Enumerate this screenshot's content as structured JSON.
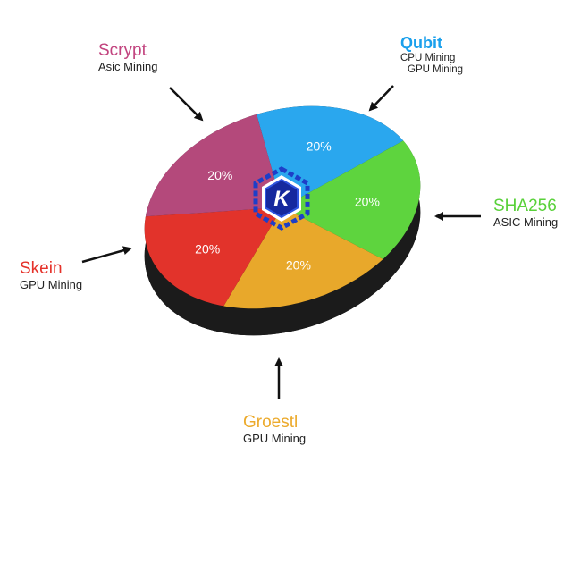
{
  "chart_data": {
    "type": "pie",
    "slices": [
      {
        "name": "Qubit",
        "value": 20,
        "label": "20%",
        "sub": [
          "CPU Mining",
          "GPU Mining"
        ],
        "color": "#2aa7ee"
      },
      {
        "name": "SHA256",
        "value": 20,
        "label": "20%",
        "sub": [
          "ASIC Mining"
        ],
        "color": "#5ed43e"
      },
      {
        "name": "Groestl",
        "value": 20,
        "label": "20%",
        "sub": [
          "GPU Mining"
        ],
        "color": "#e8a82b"
      },
      {
        "name": "Skein",
        "value": 20,
        "label": "20%",
        "sub": [
          "GPU Mining"
        ],
        "color": "#e2332b"
      },
      {
        "name": "Scrypt",
        "value": 20,
        "label": "20%",
        "sub": [
          "Asic Mining"
        ],
        "color": "#b4497b"
      }
    ],
    "center_logo_letter": "K"
  }
}
